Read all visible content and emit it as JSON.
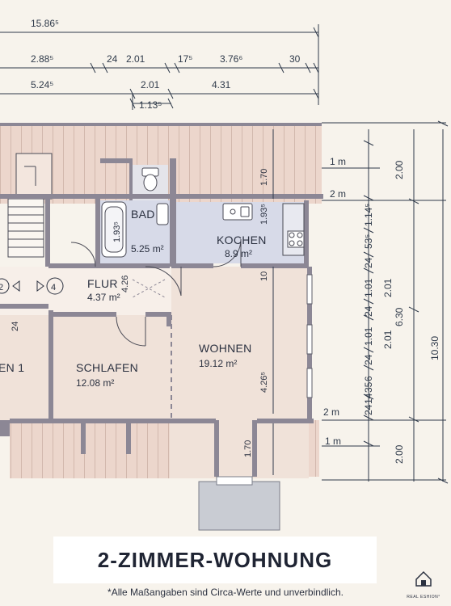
{
  "title": "2-ZIMMER-WOHNUNG",
  "note": "*Alle Maßangaben sind Circa-Werte und unverbindlich.",
  "logo_text": "REAL ESHION°",
  "rooms": {
    "bad": {
      "name": "BAD",
      "area": "5.25 m²",
      "dim": "1.93⁵"
    },
    "kochen": {
      "name": "KOCHEN",
      "area": "8.9 m²",
      "dim": "1.93⁵"
    },
    "flur": {
      "name": "FLUR",
      "area": "4.37 m²",
      "dim": "4.26"
    },
    "schlafen": {
      "name": "SCHLAFEN",
      "area": "12.08 m²"
    },
    "wohnen": {
      "name": "WOHNEN",
      "area": "19.12 m²",
      "dim": "4.26⁵"
    },
    "zimmer1": {
      "name": "EN 1"
    }
  },
  "stairs": {
    "labels": [
      "2",
      "4"
    ]
  },
  "dims_top": {
    "row1": [
      "15.86⁵"
    ],
    "row2": [
      "2.88⁵",
      "24",
      "2.01",
      "17⁵",
      "3.76⁶",
      "30"
    ],
    "row3": [
      "5.24⁵",
      "2.01",
      "4.31"
    ],
    "row4": [
      "1.13⁵"
    ]
  },
  "dims_inner": {
    "d170_top": "1.70",
    "d10": "10",
    "d24": "24",
    "d170_bottom": "1.70"
  },
  "dims_right": {
    "slopes": [
      "1 m",
      "2 m",
      "2 m",
      "1 m"
    ],
    "col1": [
      "1.14⁵",
      "53⁵",
      "24",
      "1.01",
      "24",
      "1.01",
      "24",
      "6",
      "35",
      "14",
      "24"
    ],
    "col2": [
      "2.00",
      "2.01",
      "2.01",
      "2.00"
    ],
    "col3": [
      "6.30"
    ],
    "col4": [
      "10.30"
    ]
  }
}
